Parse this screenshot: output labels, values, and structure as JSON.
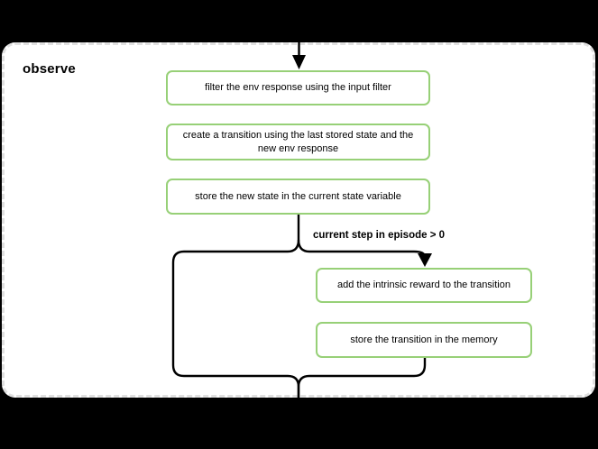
{
  "diagram": {
    "title": "observe",
    "condition_label": "current step in episode > 0",
    "colors": {
      "background": "#000000",
      "container_fill": "#ffffff",
      "container_border": "#e0e0e0",
      "node_border": "#97d077",
      "connector": "#000000"
    },
    "nodes": [
      {
        "id": "filter-env-response",
        "label": "filter the env response using the input filter"
      },
      {
        "id": "create-transition",
        "label": "create a transition using the last stored state and the new env response"
      },
      {
        "id": "store-new-state",
        "label": "store the new state in the current state variable"
      },
      {
        "id": "add-intrinsic-reward",
        "label": "add the intrinsic reward to the transition"
      },
      {
        "id": "store-transition",
        "label": "store the transition in the memory"
      }
    ]
  }
}
